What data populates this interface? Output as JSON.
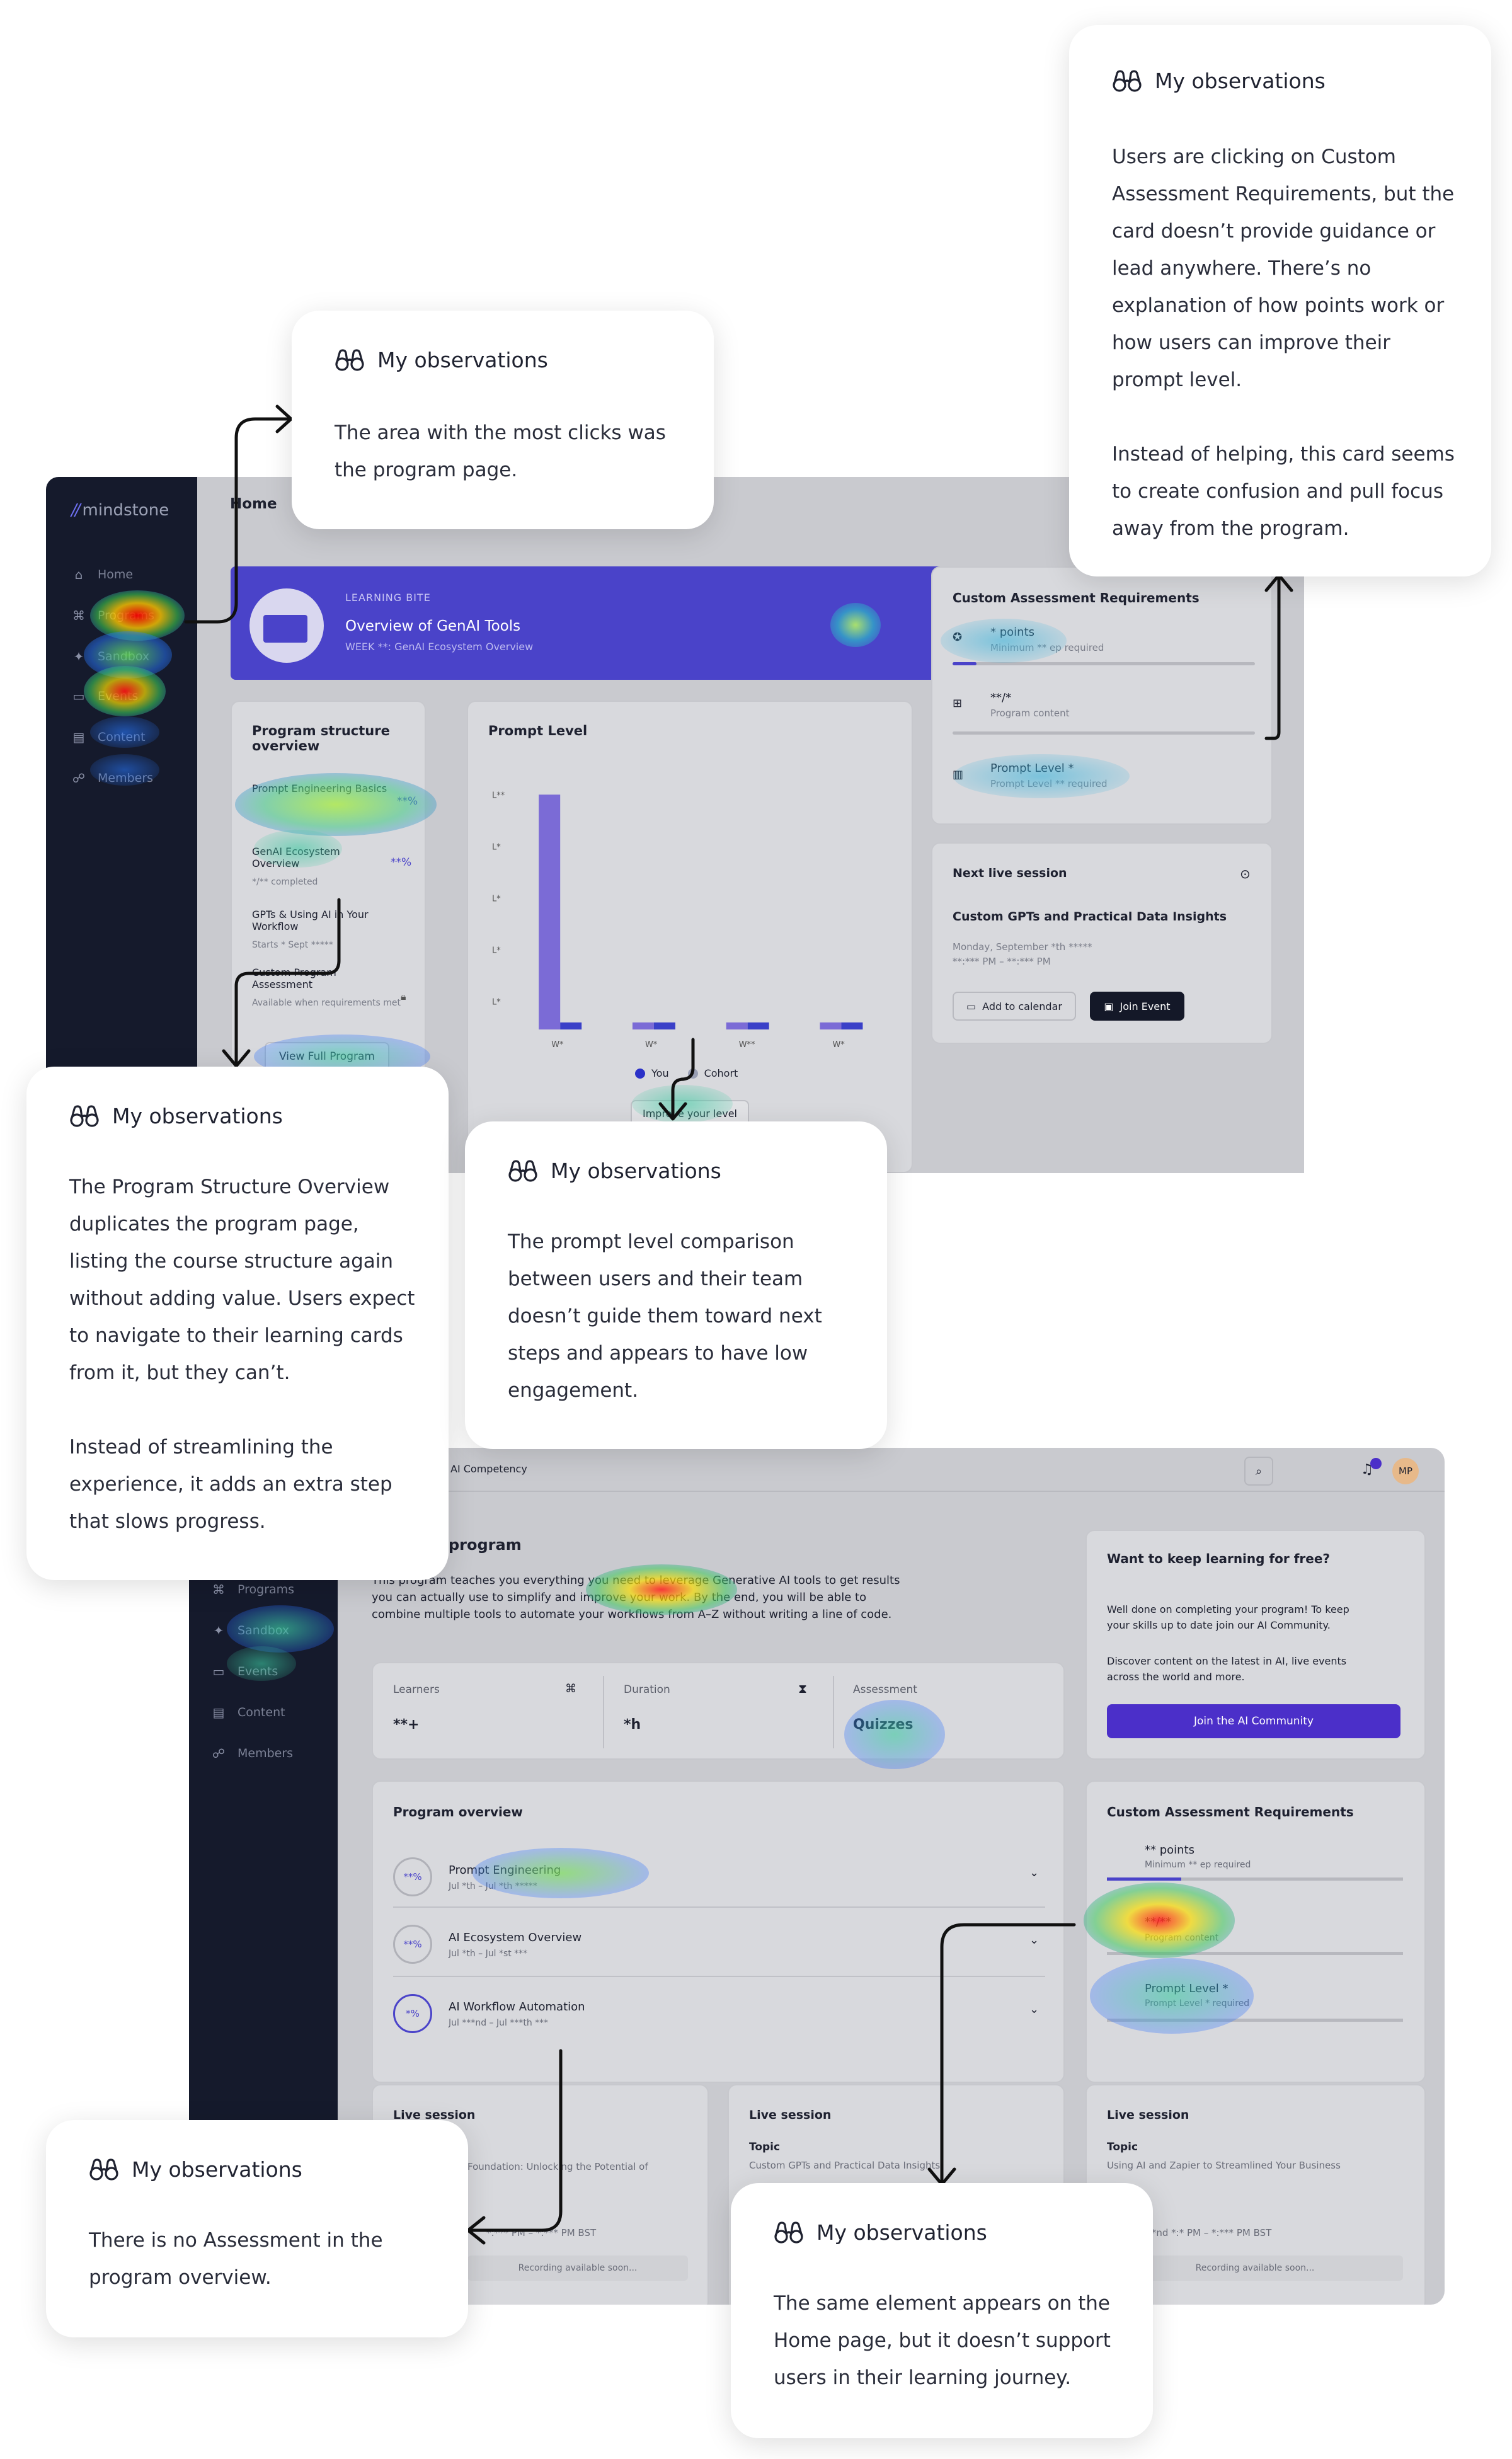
{
  "colors": {
    "sidebar": "#151a2c",
    "accent": "#4a43c9",
    "screen_bg": "#c9cacf",
    "card_bg": "#d8d9dd",
    "cta_purple": "#4b2fc9"
  },
  "observation_title": "My observations",
  "observations": [
    {
      "id": "obs-assessment-card",
      "text": "Users are clicking on Custom\nAssessment Requirements, but the\ncard doesn’t provide guidance or\nlead anywhere. There’s no\nexplanation of how points work or\nhow users can improve their\nprompt level.\n\nInstead of helping, this card seems\nto create confusion and pull focus\naway from the program."
    },
    {
      "id": "obs-program-page",
      "text": "The area with the most clicks was\nthe program page."
    },
    {
      "id": "obs-structure-overview",
      "text": "The Program Structure Overview\nduplicates the program page,\nlisting the course structure again\nwithout adding value. Users expect\nto navigate to their learning cards\nfrom it, but they can’t.\n\nInstead of streamlining the\nexperience, it adds an extra step\nthat slows progress."
    },
    {
      "id": "obs-prompt-level",
      "text": "The prompt level comparison\nbetween users and their team\ndoesn’t guide them toward next\nsteps and appears to have low\nengagement."
    },
    {
      "id": "obs-no-assessment",
      "text": "There is no Assessment in the\nprogram overview."
    },
    {
      "id": "obs-same-element",
      "text": "The same element appears on the\nHome page, but it doesn’t support\nusers in their learning journey."
    }
  ],
  "home": {
    "logo_slashes": "//",
    "logo": "mindstone",
    "header": "Home",
    "nav": [
      {
        "label": "Home",
        "icon": "home-icon"
      },
      {
        "label": "Programs",
        "icon": "graduation-cap-icon"
      },
      {
        "label": "Sandbox",
        "icon": "sparkle-icon"
      },
      {
        "label": "Events",
        "icon": "calendar-icon"
      },
      {
        "label": "Content",
        "icon": "document-icon"
      },
      {
        "label": "Members",
        "icon": "members-icon"
      }
    ],
    "learning_bite": {
      "kicker": "LEARNING BITE",
      "title": "Overview of GenAI Tools",
      "subtitle": "WEEK **: GenAI Ecosystem Overview"
    },
    "structure": {
      "title_line1": "Program structure",
      "title_line2": "overview",
      "items": [
        {
          "name": "Prompt Engineering Basics",
          "pct": "**%"
        },
        {
          "name": "GenAI Ecosystem Overview",
          "pct": "**%",
          "sub": "*/** completed"
        },
        {
          "name": "GPTs & Using AI in Your Workflow",
          "sub": "Starts * Sept *****"
        },
        {
          "name": "Custom Program Assessment",
          "sub": "Available when requirements met"
        }
      ],
      "button": "View Full Program"
    },
    "prompt_level": {
      "title": "Prompt Level",
      "legend_you": "You",
      "legend_cohort": "Cohort",
      "button": "Improve your level"
    },
    "assessment": {
      "title": "Custom Assessment Requirements",
      "rows": [
        {
          "title": "* points",
          "sub": "Minimum ** ep required"
        },
        {
          "title": "**/*",
          "sub": "Program content"
        },
        {
          "title": "Prompt Level *",
          "sub": "Prompt Level ** required"
        }
      ]
    },
    "live": {
      "title": "Next live session",
      "session": "Custom GPTs and Practical Data Insights",
      "date": "Monday, September *th *****",
      "time": "**:*** PM – **:*** PM",
      "add": "Add to calendar",
      "join": "Join Event"
    }
  },
  "chart_data": {
    "type": "bar",
    "title": "Prompt Level",
    "categories": [
      "W*",
      "W*",
      "W**",
      "W*"
    ],
    "y_ticks": [
      "L**",
      "L*",
      "L*",
      "L*",
      "L*"
    ],
    "series": [
      {
        "name": "You",
        "values": [
          10,
          0.2,
          0.2,
          0.2
        ]
      },
      {
        "name": "Cohort",
        "values": [
          0.3,
          0.3,
          0.3,
          0.3
        ]
      }
    ],
    "legend": "bottom",
    "grid": false,
    "ylim": [
      0,
      11
    ]
  },
  "program": {
    "breadcrumb": "AI Competency",
    "avatar": "MP",
    "heading": "program",
    "desc_line1": "This program teaches you everything you need to leverage Generative AI tools to get results",
    "desc_line2": "you can actually use to simplify and improve your work. By the end, you will be able to",
    "desc_line3": "combine multiple tools to automate your workflows from A–Z without writing a line of code.",
    "nav": [
      {
        "label": "Programs",
        "icon": "graduation-cap-icon"
      },
      {
        "label": "Sandbox",
        "icon": "sparkle-icon"
      },
      {
        "label": "Events",
        "icon": "calendar-icon"
      },
      {
        "label": "Content",
        "icon": "document-icon"
      },
      {
        "label": "Members",
        "icon": "members-icon"
      }
    ],
    "stats": [
      {
        "label": "Learners",
        "value": "**+"
      },
      {
        "label": "Duration",
        "value": "*h"
      },
      {
        "label": "Assessment",
        "value": "Quizzes"
      }
    ],
    "keep_learning": {
      "title": "Want to keep learning for free?",
      "p1_line1": "Well done on completing your program! To keep",
      "p1_line2": "your skills up to date join our AI Community.",
      "p2_line1": "Discover content on the latest in AI, live events",
      "p2_line2": "across the world and more.",
      "button": "Join the AI Community"
    },
    "overview": {
      "title": "Program overview",
      "items": [
        {
          "pct": "**%",
          "name": "Prompt Engineering",
          "dates": "Jul *th – Jul *th *****"
        },
        {
          "pct": "**%",
          "name": "AI Ecosystem Overview",
          "dates": "Jul *th – Jul *st ***"
        },
        {
          "pct": "*%",
          "name": "AI Workflow Automation",
          "dates": "Jul ***nd – Jul ***th ***"
        }
      ]
    },
    "assessment": {
      "title": "Custom Assessment Requirements",
      "rows": [
        {
          "title": "** points",
          "sub": "Minimum ** ep required"
        },
        {
          "title": "**/**",
          "sub": "Program content"
        },
        {
          "title": "Prompt Level *",
          "sub": "Prompt Level * required"
        }
      ]
    },
    "live": [
      {
        "title": "Live session",
        "topic": "",
        "desc": "Foundation: Unlocking the Potential of",
        "time": "*:*** PM – *:*** PM BST",
        "rec": "Recording available soon..."
      },
      {
        "title": "Live session",
        "topic": "Topic",
        "desc": "Custom GPTs and Practical Data Insights",
        "time": "",
        "rec": ""
      },
      {
        "title": "Live session",
        "topic": "Topic",
        "desc": "Using AI and Zapier to Streamlined Your Business",
        "time": "Jul *nd *:* PM – *:*** PM BST",
        "rec": "Recording available soon..."
      }
    ]
  }
}
